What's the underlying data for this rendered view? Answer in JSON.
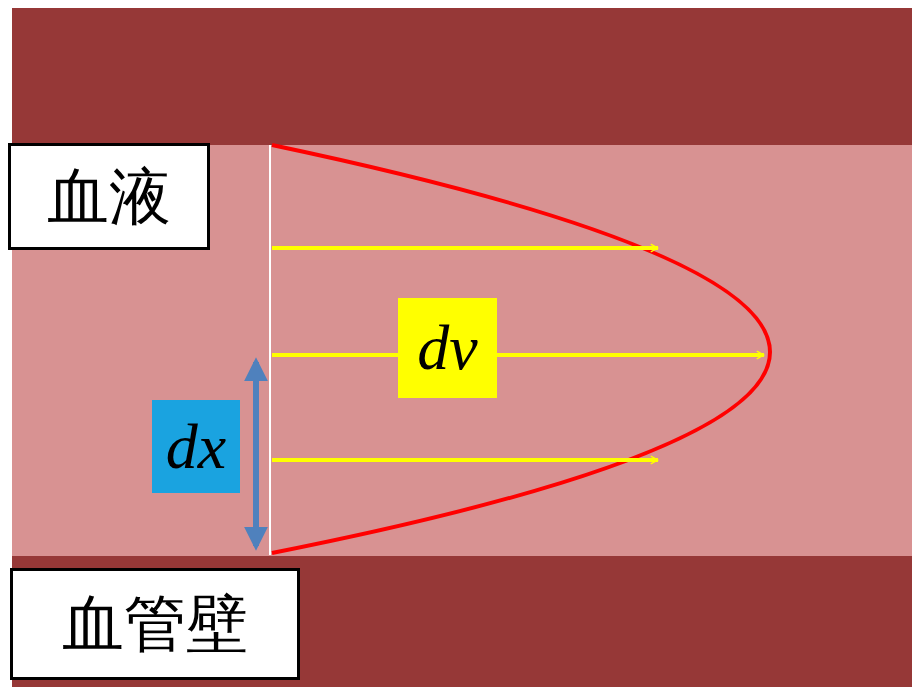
{
  "diagram": {
    "nodes": [
      {
        "text": [
          "血液"
        ]
      },
      {
        "text": [
          "血管壁"
        ]
      },
      {
        "text": [
          "dv"
        ]
      },
      {
        "text": [
          "dx"
        ]
      }
    ]
  }
}
